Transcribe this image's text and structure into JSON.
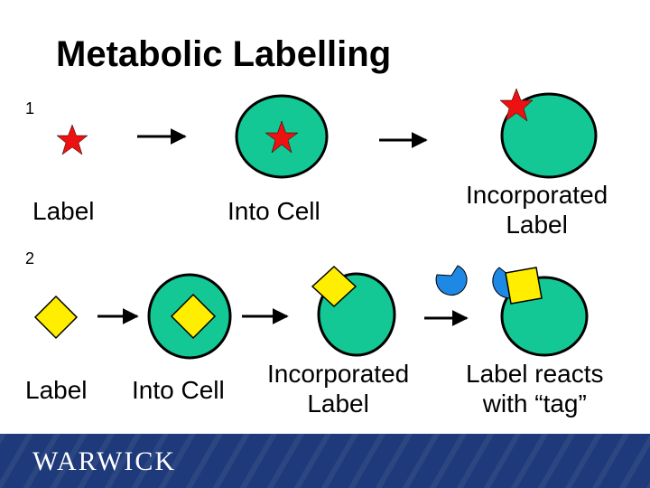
{
  "title": "Metabolic Labelling",
  "row1": {
    "number": "1",
    "label_1": "Label",
    "label_2": "Into Cell",
    "label_3": "Incorporated\nLabel"
  },
  "row2": {
    "number": "2",
    "label_1": "Label",
    "label_2": "Into Cell",
    "label_3": "Incorporated\nLabel",
    "label_4": "Label reacts\nwith “tag”"
  },
  "footer": {
    "logo": "WARWICK"
  },
  "colors": {
    "cell": "#14c896",
    "star": "#ee1111",
    "diamond": "#ffee00",
    "tag": "#1e88e5",
    "footer": "#1f3a7a"
  }
}
